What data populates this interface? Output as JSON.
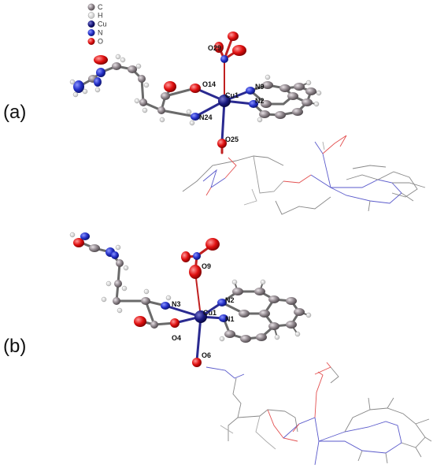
{
  "legend": {
    "items": [
      {
        "symbol": "C",
        "color": "#8c8389"
      },
      {
        "symbol": "H",
        "color": "#e6e6e6"
      },
      {
        "symbol": "Cu",
        "color": "#1a1a80"
      },
      {
        "symbol": "N",
        "color": "#2430c8"
      },
      {
        "symbol": "O",
        "color": "#e01010"
      }
    ]
  },
  "panels": [
    {
      "label": "(a)",
      "atom_labels": [
        "O29",
        "O14",
        "Cu1",
        "N9",
        "N2",
        "N24",
        "O25"
      ]
    },
    {
      "label": "(b)",
      "atom_labels": [
        "O9",
        "N3",
        "N2",
        "Cu1",
        "N1",
        "O4",
        "O6"
      ]
    }
  ],
  "colors": {
    "carbon": "#8c8389",
    "hydrogen": "#f2f2f2",
    "copper": "#1a1a80",
    "nitrogen": "#2430c8",
    "oxygen": "#e01010",
    "bond_c": "#777777",
    "bond_cu": "#2a2a90"
  }
}
